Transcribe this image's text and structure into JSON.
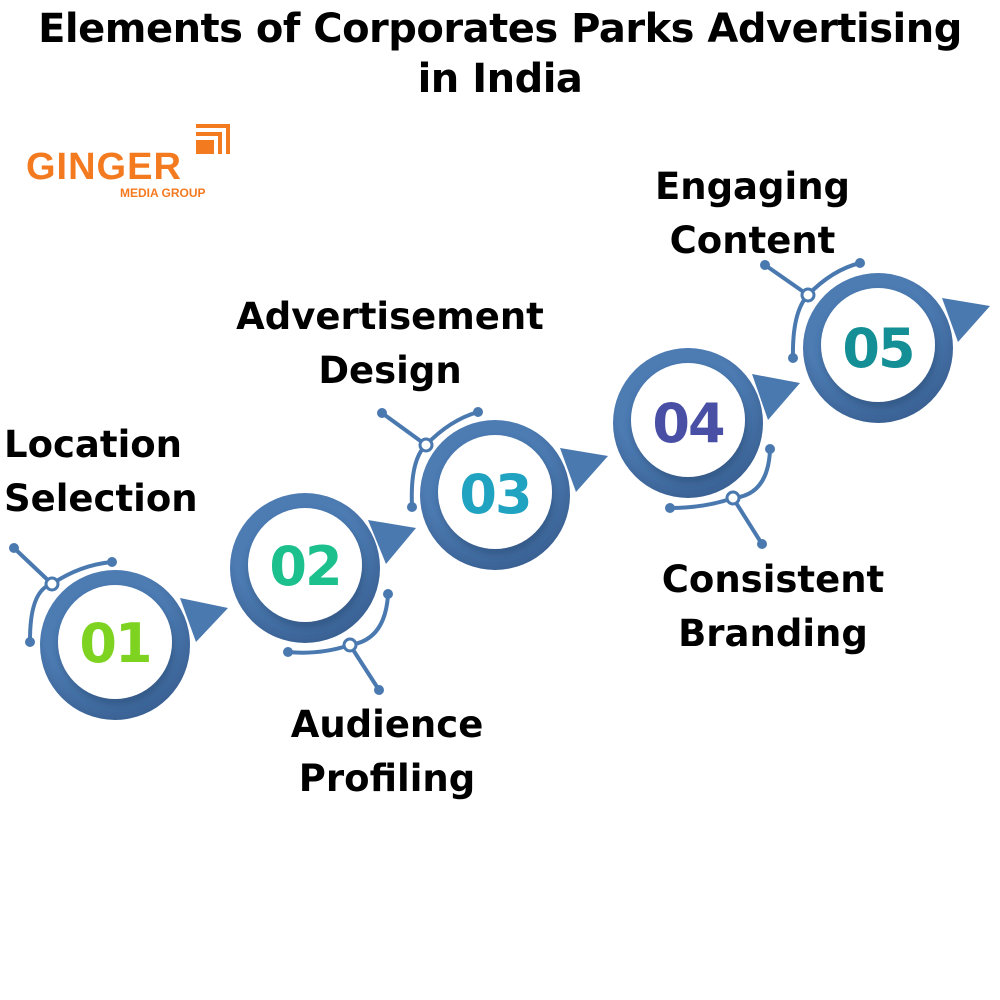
{
  "title": {
    "line1": "Elements of Corporates Parks Advertising",
    "line2": "in India"
  },
  "logo": {
    "name": "GINGER",
    "subtitle": "MEDIA GROUP",
    "color": "#f47a20"
  },
  "colors": {
    "ring": "#4a79b0",
    "ring_dark": "#3d679b"
  },
  "steps": [
    {
      "number": "01",
      "label_line1": "Location",
      "label_line2": "Selection",
      "color": "#7ed321"
    },
    {
      "number": "02",
      "label_line1": "Audience",
      "label_line2": "Profiling",
      "color": "#1cc08c"
    },
    {
      "number": "03",
      "label_line1": "Advertisement",
      "label_line2": "Design",
      "color": "#1fa3c0"
    },
    {
      "number": "04",
      "label_line1": "Consistent",
      "label_line2": "Branding",
      "color": "#4a4fa6"
    },
    {
      "number": "05",
      "label_line1": "Engaging",
      "label_line2": "Content",
      "color": "#148f96"
    }
  ]
}
